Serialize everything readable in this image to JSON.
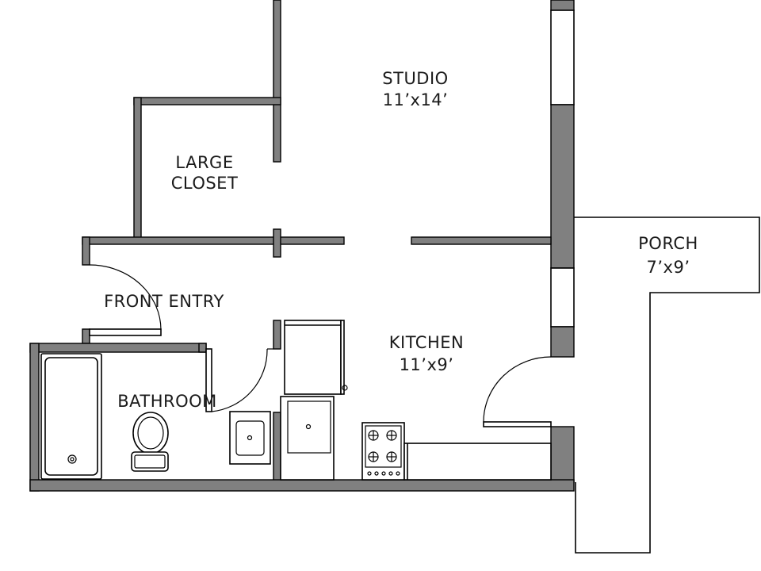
{
  "rooms": {
    "studio": {
      "name": "STUDIO",
      "size": "11’x14’"
    },
    "closet": {
      "line1": "LARGE",
      "line2": "CLOSET"
    },
    "porch": {
      "name": "PORCH",
      "size": "7’x9’"
    },
    "entry": {
      "name": "FRONT ENTRY"
    },
    "kitchen": {
      "name": "KITCHEN",
      "size": "11’x9’"
    },
    "bathroom": {
      "name": "BATHROOM"
    }
  },
  "colors": {
    "wall_fill": "#808080",
    "line": "#000000",
    "background": "#ffffff"
  }
}
